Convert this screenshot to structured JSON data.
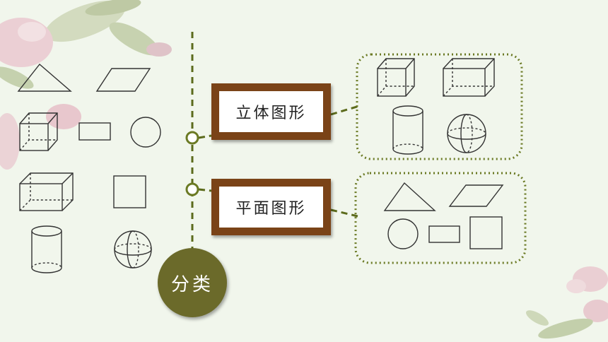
{
  "categories": {
    "solid_label": "立体图形",
    "plane_label": "平面图形",
    "root_label": "分类"
  },
  "icons": {
    "left_shapes": [
      "triangle-icon",
      "parallelogram-icon",
      "cube-icon",
      "rectangle-icon",
      "circle-icon",
      "cuboid-icon",
      "square-icon",
      "cylinder-icon",
      "sphere-icon"
    ],
    "solid_group": [
      "cube-icon",
      "cuboid-icon",
      "cylinder-icon",
      "sphere-icon"
    ],
    "plane_group": [
      "triangle-icon",
      "parallelogram-icon",
      "circle-icon",
      "rectangle-icon",
      "square-icon"
    ]
  },
  "colors": {
    "background": "#f1f6ec",
    "accent_olive": "#6b6a2a",
    "label_brown": "#7a4317",
    "dashed_line": "#5c6b1c"
  }
}
